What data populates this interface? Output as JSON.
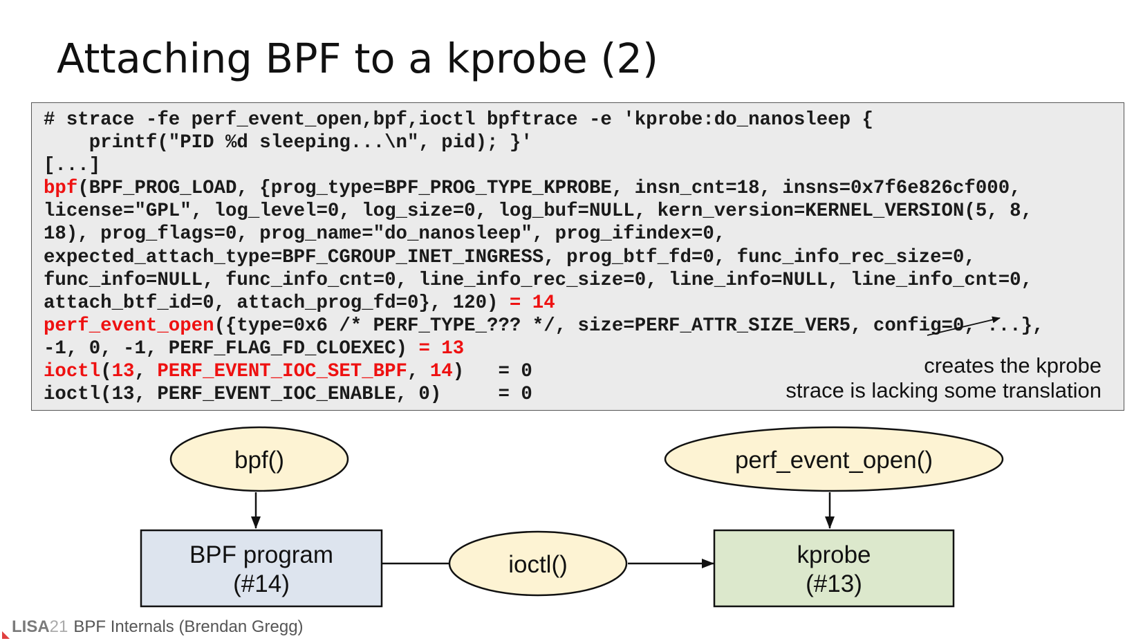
{
  "slide": {
    "title": "Attaching BPF to a kprobe (2)"
  },
  "code": {
    "lines": [
      "# strace -fe perf_event_open,bpf,ioctl bpftrace -e 'kprobe:do_nanosleep {",
      "    printf(\"PID %d sleeping...\\n\", pid); }'",
      "[...]",
      "bpf(BPF_PROG_LOAD, {prog_type=BPF_PROG_TYPE_KPROBE, insn_cnt=18, insns=0x7f6e826cf000,",
      "license=\"GPL\", log_level=0, log_size=0, log_buf=NULL, kern_version=KERNEL_VERSION(5, 8,",
      "18), prog_flags=0, prog_name=\"do_nanosleep\", prog_ifindex=0,",
      "expected_attach_type=BPF_CGROUP_INET_INGRESS, prog_btf_fd=0, func_info_rec_size=0,",
      "func_info=NULL, func_info_cnt=0, line_info_rec_size=0, line_info=NULL, line_info_cnt=0,",
      "attach_btf_id=0, attach_prog_fd=0}, 120) = 14",
      "perf_event_open({type=0x6 /* PERF_TYPE_??? */, size=PERF_ATTR_SIZE_VER5, config=0, ...},",
      "-1, 0, -1, PERF_FLAG_FD_CLOEXEC) = 13",
      "ioctl(13, PERF_EVENT_IOC_SET_BPF, 14)   = 0",
      "ioctl(13, PERF_EVENT_IOC_ENABLE, 0)     = 0"
    ],
    "highlight_color": "#ee1111"
  },
  "annotations": {
    "creates": "creates the kprobe",
    "lacking": "strace is lacking some translation"
  },
  "diagram": {
    "nodes": {
      "bpf_call": "bpf()",
      "perf_call": "perf_event_open()",
      "ioctl_call": "ioctl()",
      "bpf_program": [
        "BPF program",
        "(#14)"
      ],
      "kprobe": [
        "kprobe",
        "(#13)"
      ]
    },
    "colors": {
      "ellipse": "#fdf3d3",
      "bpf_program_box": "#dde4ee",
      "kprobe_box": "#dce8cc"
    }
  },
  "footer": {
    "brand": "LISA",
    "brand_number": "21",
    "text": "BPF Internals (Brendan Gregg)"
  }
}
